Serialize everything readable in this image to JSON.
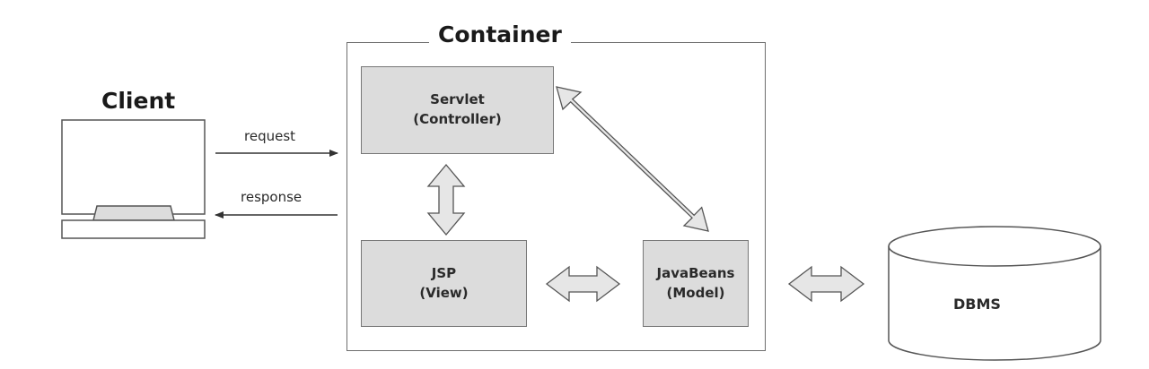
{
  "client": {
    "title": "Client"
  },
  "container": {
    "title": "Container",
    "servlet": {
      "line1": "Servlet",
      "line2": "(Controller)"
    },
    "jsp": {
      "line1": "JSP",
      "line2": "(View)"
    },
    "javabeans": {
      "line1": "JavaBeans",
      "line2": "(Model)"
    }
  },
  "messages": {
    "request": "request",
    "response": "response"
  },
  "database": {
    "label": "DBMS"
  }
}
